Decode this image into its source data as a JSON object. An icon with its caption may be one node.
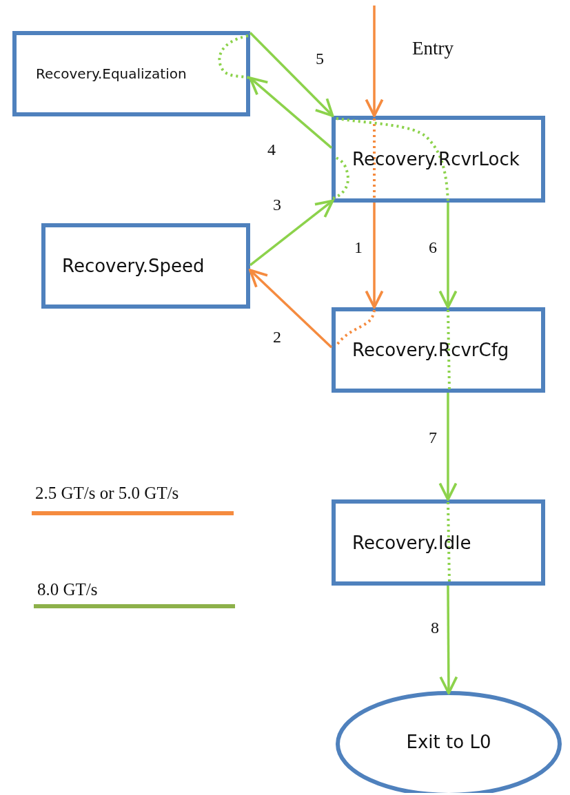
{
  "diagram": {
    "nodes": [
      {
        "text": [
          "Recovery.Equalization"
        ]
      },
      {
        "text": [
          "Recovery.RcvrLock"
        ]
      },
      {
        "text": [
          "Recovery.Speed"
        ]
      },
      {
        "text": [
          "Recovery.RcvrCfg"
        ]
      },
      {
        "text": [
          "Recovery.Idle"
        ]
      },
      {
        "text": [
          "Exit to L0"
        ]
      }
    ],
    "edges": [
      {
        "from": null,
        "to": 1,
        "arrow": "to",
        "label": "Entry",
        "color": "#f58b3f"
      },
      {
        "from": 0,
        "to": 1,
        "arrow": "to",
        "label": "5"
      },
      {
        "from": 1,
        "to": 0,
        "arrow": "to",
        "label": "4"
      },
      {
        "from": 2,
        "to": 1,
        "arrow": "to",
        "label": "3"
      },
      {
        "from": 3,
        "to": 2,
        "arrow": "to",
        "label": "2",
        "color": "#f58b3f"
      },
      {
        "from": 1,
        "to": 3,
        "arrow": "to",
        "label": "1",
        "color": "#f58b3f"
      },
      {
        "from": 1,
        "to": 3,
        "arrow": "to",
        "label": "6"
      },
      {
        "from": 3,
        "to": 4,
        "arrow": "to",
        "label": "7"
      },
      {
        "from": 4,
        "to": 5,
        "arrow": "to",
        "label": "8"
      }
    ],
    "legend": [
      {
        "text": "2.5 GT/s or 5.0 GT/s"
      },
      {
        "text": "8.0 GT/s"
      }
    ]
  }
}
